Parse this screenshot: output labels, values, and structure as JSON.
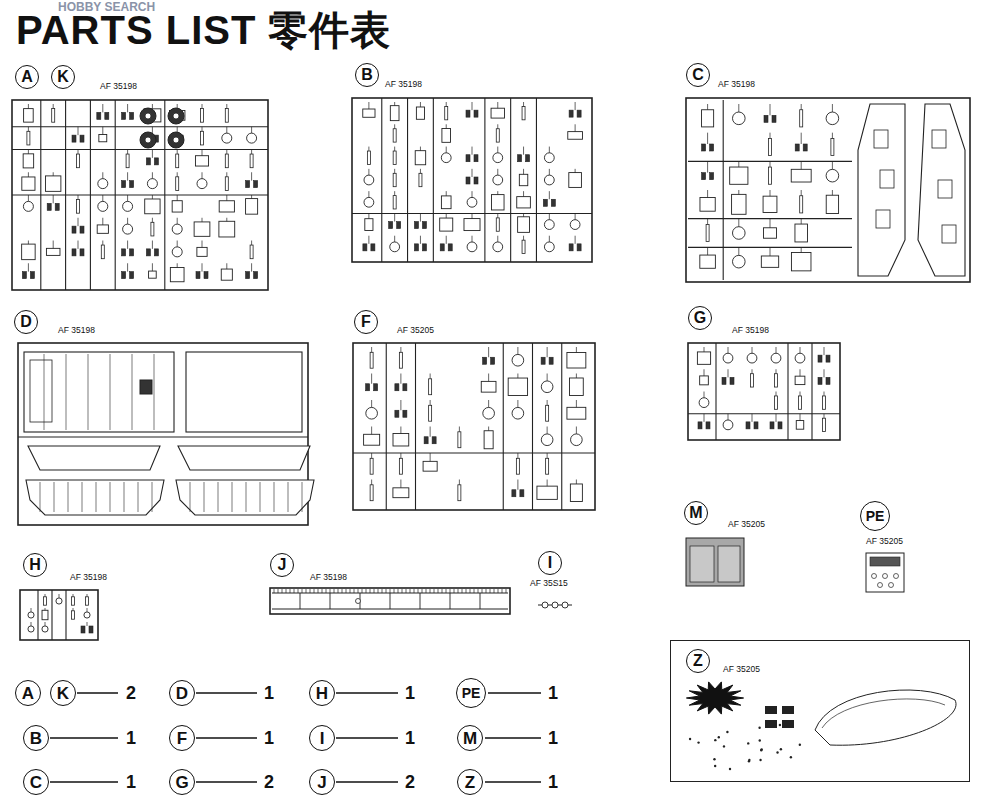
{
  "diagram": {
    "title": "PARTS LIST 零件表",
    "nodes": [
      {
        "text": [
          "A"
        ]
      },
      {
        "text": [
          "K"
        ]
      },
      {
        "text": [
          "B"
        ]
      },
      {
        "text": [
          "C"
        ]
      },
      {
        "text": [
          "D"
        ]
      },
      {
        "text": [
          "F"
        ]
      },
      {
        "text": [
          "G"
        ]
      },
      {
        "text": [
          "H"
        ]
      },
      {
        "text": [
          "J"
        ]
      },
      {
        "text": [
          "I"
        ]
      },
      {
        "text": [
          "M"
        ]
      },
      {
        "text": [
          "PE"
        ]
      },
      {
        "text": [
          "AF 35205"
        ]
      },
      {
        "text": [
          "Z"
        ],
        "in": 12
      },
      {
        "text": [
          "A"
        ]
      },
      {
        "text": [
          "K"
        ]
      },
      {
        "text": [
          "D"
        ]
      },
      {
        "text": [
          "H"
        ]
      },
      {
        "text": [
          "PE"
        ]
      },
      {
        "text": [
          "B"
        ]
      },
      {
        "text": [
          "F"
        ]
      },
      {
        "text": [
          "I"
        ]
      },
      {
        "text": [
          "M"
        ]
      },
      {
        "text": [
          "C"
        ]
      },
      {
        "text": [
          "G"
        ]
      },
      {
        "text": [
          "J"
        ]
      },
      {
        "text": [
          "Z"
        ]
      }
    ],
    "labels": [
      "HOBBY SEARCH",
      "AF 35198",
      "AF 35198",
      "AF 35198",
      "AF 35198",
      "AF 35205",
      "AF 35198",
      "AF 35198",
      "AF 35198",
      "AF 35S15",
      "AF 35205",
      "AF 35205",
      "2",
      "1",
      "1",
      "1",
      "1",
      "1",
      "1",
      "1",
      "1",
      "2",
      "2",
      "1"
    ]
  }
}
